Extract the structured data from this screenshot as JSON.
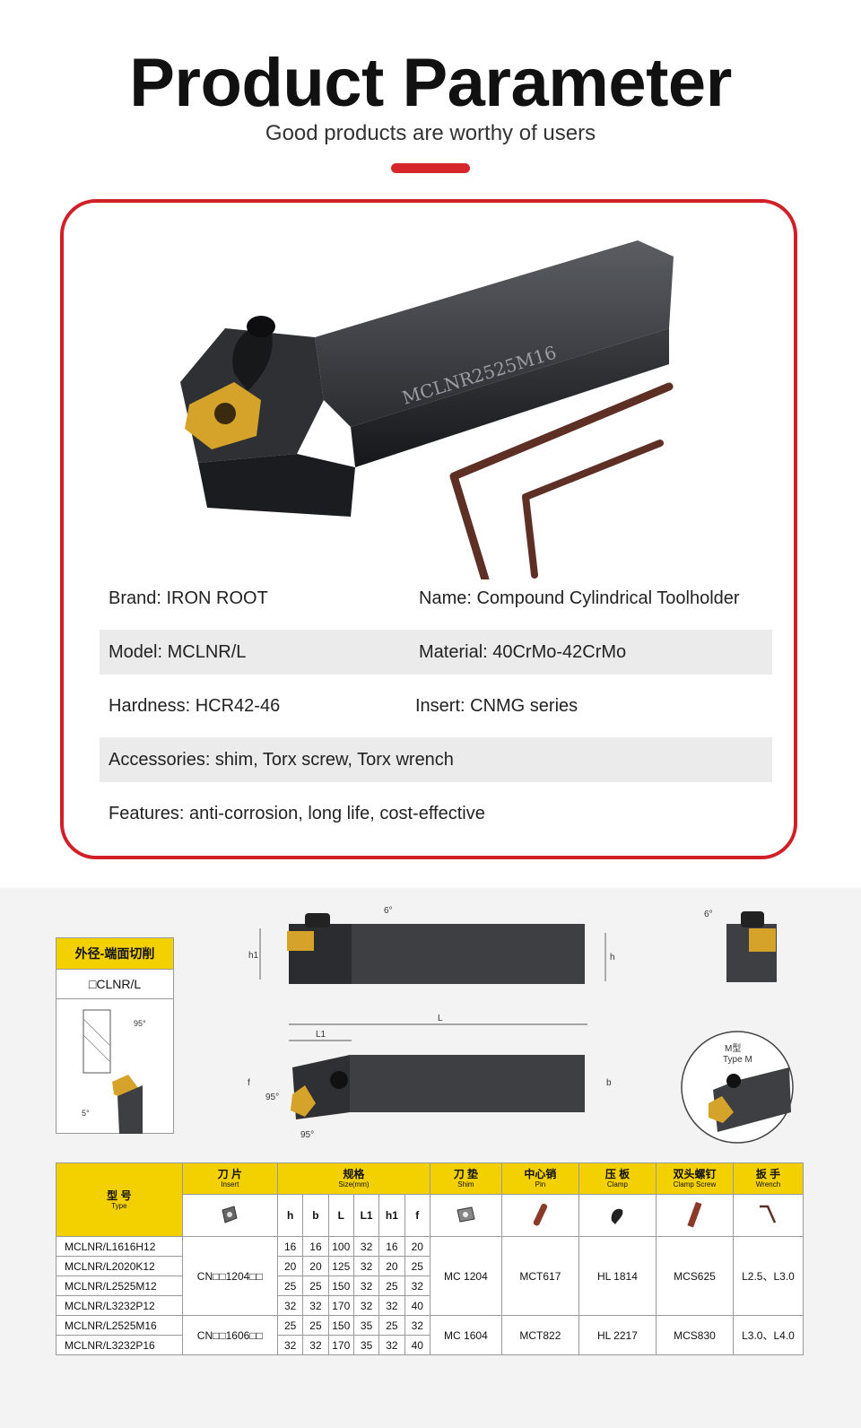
{
  "header": {
    "title": "Product Parameter",
    "subtitle": "Good products are worthy of users"
  },
  "product": {
    "engraving": "MCLNR2525M16",
    "rows": [
      {
        "left": "Brand: IRON ROOT",
        "right": "Name: Compound Cylindrical Toolholder",
        "shaded": false
      },
      {
        "left": "Model: MCLNR/L",
        "right": "Material: 40CrMo-42CrMo",
        "shaded": true
      },
      {
        "left": "Hardness: HCR42-46",
        "right": "Insert: CNMG series",
        "shaded": false
      },
      {
        "left": "Accessories: shim, Torx screw, Torx wrench",
        "right": "",
        "shaded": true
      },
      {
        "left": "Features: anti-corrosion, long life, cost-effective",
        "right": "",
        "shaded": false
      }
    ]
  },
  "operation": {
    "title": "外径-端面切削",
    "code": "□CLNR/L"
  },
  "drawing": {
    "angle_6": "6°",
    "angle_95": "95°",
    "angle_5": "5°",
    "dim_h1": "h1",
    "dim_h": "h",
    "dim_L": "L",
    "dim_L1": "L1",
    "dim_f": "f",
    "dim_b": "b",
    "type_cn": "M型",
    "type_en": "Type M"
  },
  "table": {
    "headers": {
      "type": {
        "cn": "型 号",
        "en": "Type"
      },
      "insert": {
        "cn": "刀 片",
        "en": "Insert"
      },
      "size": {
        "cn": "规格",
        "en": "Size(mm)"
      },
      "shim": {
        "cn": "刀 垫",
        "en": "Shim"
      },
      "pin": {
        "cn": "中心销",
        "en": "Pin"
      },
      "clamp": {
        "cn": "压 板",
        "en": "Clamp"
      },
      "clamp_screw": {
        "cn": "双头螺钉",
        "en": "Clamp Screw"
      },
      "wrench": {
        "cn": "扳 手",
        "en": "Wrench"
      }
    },
    "size_columns": [
      "h",
      "b",
      "L",
      "L1",
      "h1",
      "f"
    ],
    "rows": [
      {
        "model": "MCLNR/L1616H12",
        "size": [
          "16",
          "16",
          "100",
          "32",
          "16",
          "20"
        ]
      },
      {
        "model": "MCLNR/L2020K12",
        "size": [
          "20",
          "20",
          "125",
          "32",
          "20",
          "25"
        ]
      },
      {
        "model": "MCLNR/L2525M12",
        "size": [
          "25",
          "25",
          "150",
          "32",
          "25",
          "32"
        ]
      },
      {
        "model": "MCLNR/L3232P12",
        "size": [
          "32",
          "32",
          "170",
          "32",
          "32",
          "40"
        ]
      },
      {
        "model": "MCLNR/L2525M16",
        "size": [
          "25",
          "25",
          "150",
          "35",
          "25",
          "32"
        ]
      },
      {
        "model": "MCLNR/L3232P16",
        "size": [
          "32",
          "32",
          "170",
          "35",
          "32",
          "40"
        ]
      }
    ],
    "groups": [
      {
        "insert": "CN□□1204□□",
        "shim": "MC 1204",
        "pin": "MCT617",
        "clamp": "HL 1814",
        "clamp_screw": "MCS625",
        "wrench": "L2.5、L3.0"
      },
      {
        "insert": "CN□□1606□□",
        "shim": "MC 1604",
        "pin": "MCT822",
        "clamp": "HL 2217",
        "clamp_screw": "MCS830",
        "wrench": "L3.0、L4.0"
      }
    ]
  }
}
